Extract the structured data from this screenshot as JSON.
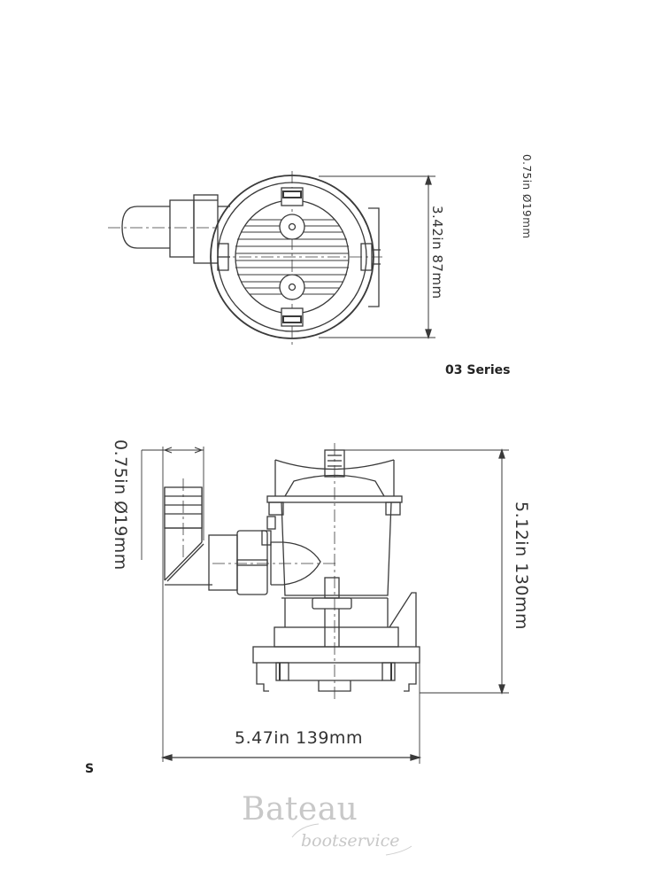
{
  "drawing": {
    "title": "03 Series",
    "views": {
      "top": {
        "outlet_dimension": "0.75in  Ø19mm",
        "height_dimension": "3.42in  87mm"
      },
      "side": {
        "outlet_dimension": "0.75in  Ø19mm",
        "height_dimension": "5.12in  130mm",
        "width_dimension": "5.47in  139mm"
      }
    },
    "corner_label": "S"
  },
  "watermark": {
    "brand": "Bateau",
    "sub": "bootservice"
  },
  "colors": {
    "line": "#3a3a3a",
    "text": "#333333",
    "watermark": "#c8c8c8",
    "background": "#ffffff"
  }
}
